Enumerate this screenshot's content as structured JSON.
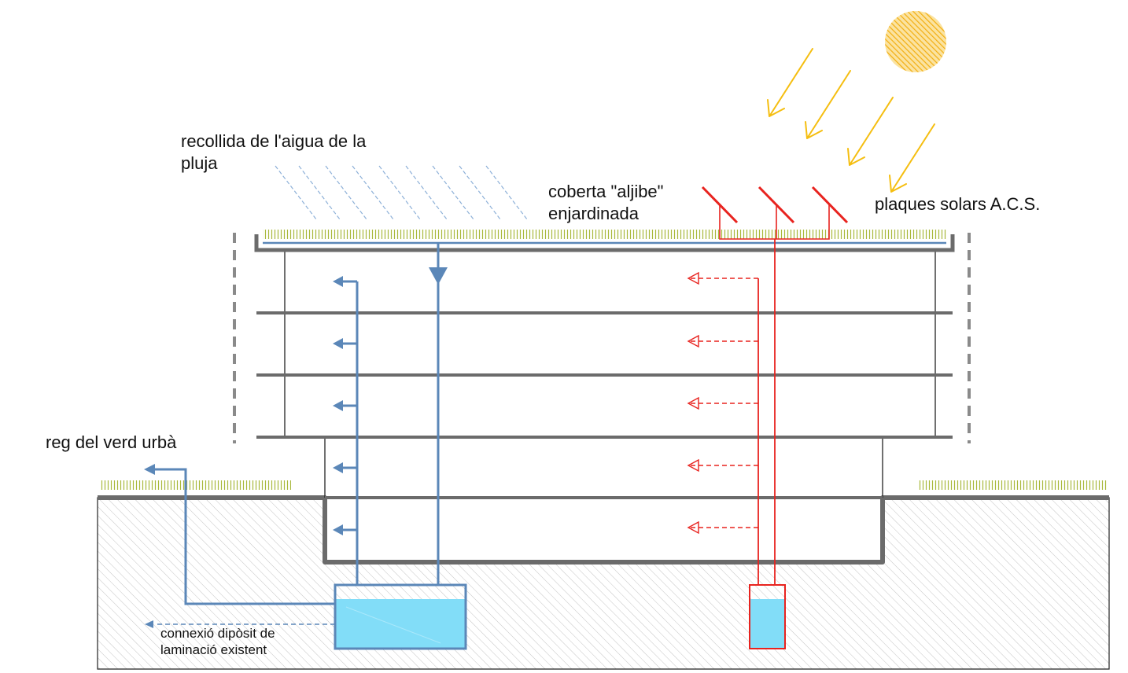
{
  "labels": {
    "rain_collection_line1": "recollida de l'aigua de la",
    "rain_collection_line2": "pluja",
    "roof_line1": "coberta \"aljibe\"",
    "roof_line2": "enjardinada",
    "solar_panels": "plaques solars A.C.S.",
    "urban_irrigation": "reg del verd urbà",
    "lamination_line1": "connexió dipòsit de",
    "lamination_line2": "laminació existent"
  },
  "colors": {
    "structure": "#6b6b6b",
    "water_pipe": "#5b87b8",
    "water_fill": "#82ddf8",
    "hot_water": "#e8231f",
    "sun": "#f5b400",
    "sun_rays": "#f5be10",
    "vegetation": "#a8b83a",
    "rain": "#8db0d8",
    "ground_hatch": "#bfbfbf"
  },
  "icons": {
    "sun": "sun-icon"
  }
}
